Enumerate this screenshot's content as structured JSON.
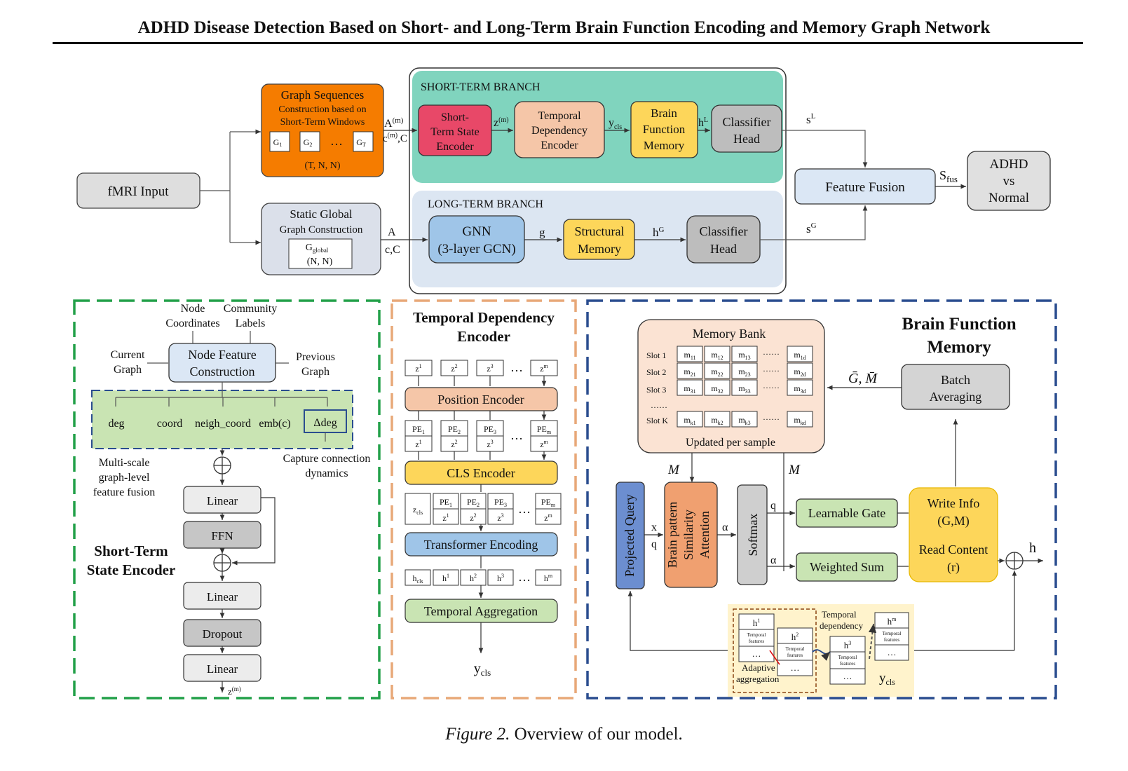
{
  "header": {
    "title": "ADHD Disease Detection Based on Short- and Long-Term Brain Function Encoding and Memory Graph Network",
    "caption_figure": "Figure 2.",
    "caption_text": "Overview of our model."
  },
  "overview": {
    "fmri_input": "fMRI Input",
    "graph_sequences": {
      "title": "Graph Sequences",
      "line2": "Construction based on",
      "line3": "Short-Term Windows",
      "g1": "G",
      "g1_sub": "1",
      "g2": "G",
      "g2_sub": "2",
      "gt": "G",
      "gt_sub": "T",
      "dots": "…",
      "shape": "(T, N, N)"
    },
    "static_global": {
      "line1": "Static Global",
      "line2": "Graph Construction",
      "g": "G",
      "g_sub": "global",
      "shape": "(N, N)"
    },
    "short_term_branch": {
      "label": "SHORT-TERM BRANCH",
      "ste": [
        "Short-",
        "Term State",
        "Encoder"
      ],
      "tde": [
        "Temporal",
        "Dependency",
        "Encoder"
      ],
      "bfm": [
        "Brain",
        "Function",
        "Memory"
      ],
      "head": [
        "Classifier",
        "Head"
      ]
    },
    "long_term_branch": {
      "label": "LONG-TERM BRANCH",
      "gnn": [
        "GNN",
        "(3-layer GCN)"
      ],
      "structural": [
        "Structural",
        "Memory"
      ],
      "head": [
        "Classifier",
        "Head"
      ]
    },
    "feature_fusion": "Feature Fusion",
    "output": [
      "ADHD",
      "vs",
      "Normal"
    ],
    "labels": {
      "a_m": "A",
      "a_m_sup": "(m)",
      "c_m": "c",
      "c_m_sup": "(m)",
      "c_m_tail": ",C",
      "z_m": "z",
      "z_m_sup": "(m)",
      "y_cls": "y",
      "y_cls_sub": "cls",
      "h_l": "h",
      "h_l_sup": "L",
      "s_l": "s",
      "s_l_sup": "L",
      "a": "A",
      "cc": "c,C",
      "g": "g",
      "h_g": "h",
      "h_g_sup": "G",
      "s_g": "s",
      "s_g_sup": "G",
      "s_fus": "S",
      "s_fus_sub": "fus"
    }
  },
  "short_term_encoder": {
    "title": [
      "Short-Term",
      "State Encoder"
    ],
    "node_coordinates": [
      "Node",
      "Coordinates"
    ],
    "community_labels": [
      "Community",
      "Labels"
    ],
    "current_graph": [
      "Current",
      "Graph"
    ],
    "previous_graph": [
      "Previous",
      "Graph"
    ],
    "node_feature": [
      "Node Feature",
      "Construction"
    ],
    "features": {
      "deg": "deg",
      "coord": "coord",
      "neigh": "neigh_coord",
      "emb": "emb(c)",
      "delta": "Δdeg"
    },
    "multi_scale": [
      "Multi-scale",
      "graph-level",
      "feature fusion"
    ],
    "capture": [
      "Capture connection",
      "dynamics"
    ],
    "layers": [
      "Linear",
      "FFN",
      "Linear",
      "Dropout",
      "Linear"
    ],
    "output": "z",
    "output_sup": "(m)"
  },
  "temporal_encoder": {
    "title": [
      "Temporal Dependency",
      "Encoder"
    ],
    "z_tokens": [
      "z",
      "z",
      "z",
      "z"
    ],
    "z_sups": [
      "1",
      "2",
      "3",
      "m"
    ],
    "dots": "…",
    "position_encoder": "Position Encoder",
    "pe_labels": [
      "PE",
      "PE",
      "PE",
      "PE"
    ],
    "pe_subs": [
      "1",
      "2",
      "3",
      "m"
    ],
    "cls_encoder": "CLS Encoder",
    "z_cls": "z",
    "z_cls_sub": "cls",
    "transformer": "Transformer Encoding",
    "h_cls": "h",
    "h_cls_sub": "cls",
    "h_tokens": [
      "h",
      "h",
      "h",
      "h"
    ],
    "h_sups": [
      "1",
      "2",
      "3",
      "m"
    ],
    "temporal_aggregation": "Temporal Aggregation",
    "output": "y",
    "output_sub": "cls"
  },
  "memory": {
    "title": [
      "Brain Function",
      "Memory"
    ],
    "bank_title": "Memory Bank",
    "slots": [
      "Slot 1",
      "Slot 2",
      "Slot 3",
      "Slot K"
    ],
    "slot_dots": "……",
    "cell_base": "m",
    "cell_subs": [
      [
        "11",
        "12",
        "13",
        "1d"
      ],
      [
        "21",
        "22",
        "23",
        "2d"
      ],
      [
        "31",
        "32",
        "33",
        "3d"
      ],
      [
        "k1",
        "k2",
        "k3",
        "kd"
      ]
    ],
    "cell_dots": "……",
    "updated": "Updated per sample",
    "batch_avg": [
      "Batch",
      "Averaging"
    ],
    "g_bar": "Ḡ, M̄",
    "m_sym": "M",
    "projected_query": "Projected Query",
    "attention": [
      "Brain pattern",
      "Similarity",
      "Attention"
    ],
    "softmax": "Softmax",
    "x": "x",
    "q": "q",
    "alpha": "α",
    "learnable_gate": "Learnable Gate",
    "weighted_sum": "Weighted Sum",
    "write_info": [
      "Write Info",
      "(G,M)"
    ],
    "read_content": [
      "Read Content",
      "(r)"
    ],
    "h": "h",
    "inset": {
      "h1": "h",
      "h1_sup": "1",
      "h2": "h",
      "h2_sup": "2",
      "h3": "h",
      "h3_sup": "3",
      "hm": "h",
      "hm_sup": "m",
      "tf": [
        "Temporal",
        "features"
      ],
      "dots": "…",
      "adaptive": [
        "Adaptive",
        "aggregation"
      ],
      "temporal_dep": [
        "Temporal",
        "dependency"
      ],
      "y": "y",
      "y_sub": "cls"
    }
  },
  "colors": {
    "orange_block": "#f57c00",
    "short_term_bg": "#80d4be",
    "long_term_bg": "#dce6f2",
    "ste_red": "#e84868",
    "peach": "#f5c6a8",
    "yellow": "#fdd65a",
    "gray_block": "#bdbdbd",
    "light_gray": "#e8e8e8",
    "blue_block": "#9fc5e8",
    "light_blue": "#dbe7f5",
    "green_light": "#c9e4b3",
    "green_panel": "#22a049",
    "orange_panel": "#e8a878",
    "navy_panel": "#2a4d8f",
    "salmon": "#f0a070",
    "query_blue": "#6c8ed0",
    "write_yellow": "#fdd65a",
    "inset_bg": "#fff3cc",
    "bank_bg": "#fbe3d3"
  }
}
